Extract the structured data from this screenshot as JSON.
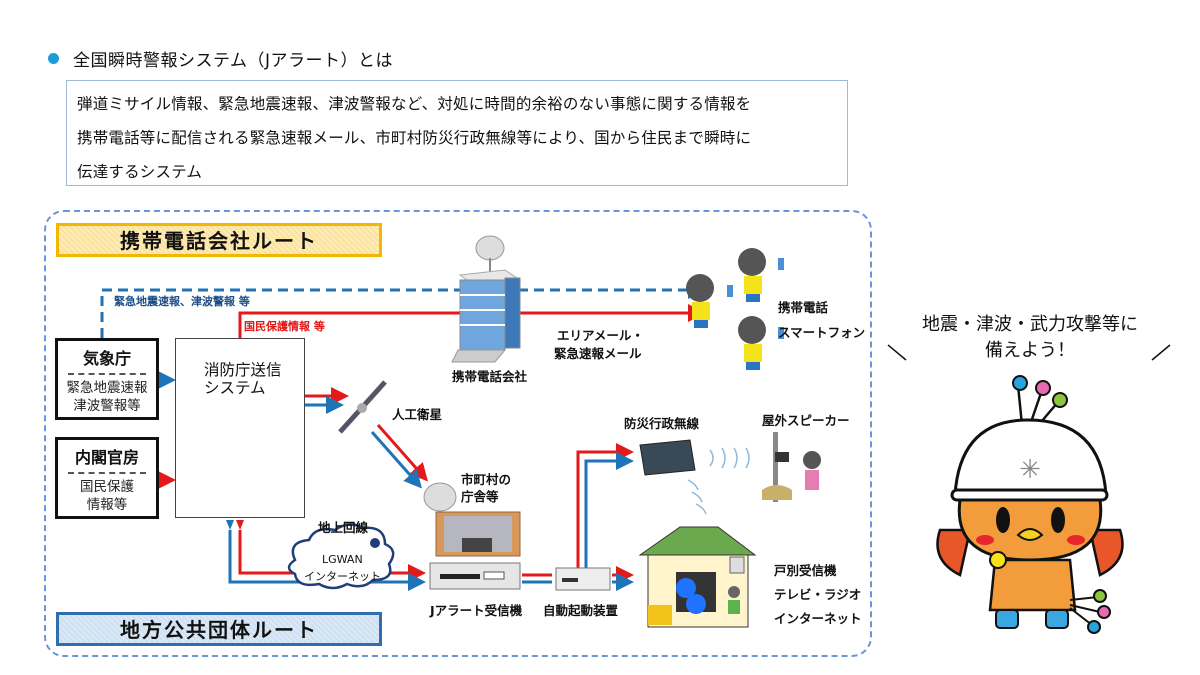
{
  "heading": "全国瞬時警報システム（Jアラート）とは",
  "definition": {
    "lines": [
      "弾道ミサイル情報、緊急地震速報、津波警報など、対処に時間的余裕のない事態に関する情報を",
      "携帯電話等に配信される緊急速報メール、市町村防災行政無線等により、国から住民まで瞬時に",
      "伝達するシステム"
    ]
  },
  "diagram": {
    "route_mobile": "携帯電話会社ルート",
    "route_local": "地方公共団体ルート",
    "jma": {
      "title": "気象庁",
      "sub1": "緊急地震速報",
      "sub2": "津波警報等"
    },
    "cabinet": {
      "title": "内閣官房",
      "sub1": "国民保護",
      "sub2": "情報等"
    },
    "fdma": {
      "line1": "消防庁送信",
      "line2": "システム"
    },
    "label_quake_tsunami": "緊急地震速報、津波警報 等",
    "label_civil_protection": "国民保護情報 等",
    "carrier": "携帯電話会社",
    "area_mail_1": "エリアメール・",
    "area_mail_2": "緊急速報メール",
    "mobile_phone": "携帯電話",
    "smartphone": "スマートフォン",
    "satellite": "人工衛星",
    "municipal_1": "市町村の",
    "municipal_2": "庁舎等",
    "ground_line": "地上回線",
    "lgwan_1": "LGWAN",
    "lgwan_2": "インターネット",
    "jalert_receiver": "Jアラート受信機",
    "auto_start": "自動起動装置",
    "disaster_radio": "防災行政無線",
    "outdoor_speaker": "屋外スピーカー",
    "home_1": "戸別受信機",
    "home_2": "テレビ・ラジオ",
    "home_3": "インターネット"
  },
  "mascot": {
    "line1": "地震・津波・武力攻撃等に",
    "line2": "備えよう！"
  },
  "colors": {
    "red_route": "#e41a1a",
    "blue_route": "#1f73b7",
    "yellow_frame": "#f2b705",
    "blue_frame": "#2f6fb0",
    "accent_bullet": "#1e9ad6"
  }
}
